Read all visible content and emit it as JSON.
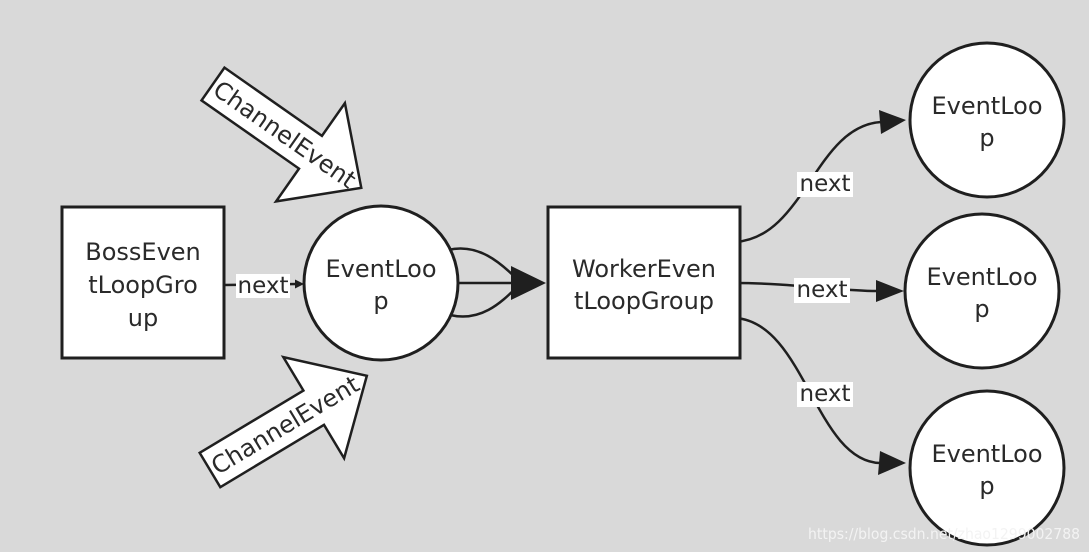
{
  "diagram": {
    "nodes": {
      "boss_group": {
        "lines": [
          "BossEven",
          "tLoopGro",
          "up"
        ]
      },
      "boss_event_loop": {
        "lines": [
          "EventLoo",
          "p"
        ]
      },
      "worker_group": {
        "lines": [
          "WorkerEven",
          "tLoopGroup"
        ]
      },
      "worker_loop_top": {
        "lines": [
          "EventLoo",
          "p"
        ]
      },
      "worker_loop_middle": {
        "lines": [
          "EventLoo",
          "p"
        ]
      },
      "worker_loop_bottom": {
        "lines": [
          "EventLoo",
          "p"
        ]
      }
    },
    "channel_events": [
      {
        "label": "ChannelEvent"
      },
      {
        "label": "ChannelEvent"
      }
    ],
    "edges": [
      {
        "from": "boss_group",
        "to": "boss_event_loop",
        "label": "next"
      },
      {
        "from": "worker_group",
        "to": "worker_loop_top",
        "label": "next"
      },
      {
        "from": "worker_group",
        "to": "worker_loop_middle",
        "label": "next"
      },
      {
        "from": "worker_group",
        "to": "worker_loop_bottom",
        "label": "next"
      }
    ]
  },
  "watermark": {
    "text": "https://blog.csdn.net/zhao1299002788"
  },
  "colors": {
    "background": "#d9d9d9",
    "stroke": "#1f1f1f",
    "node_fill": "#ffffff",
    "text": "#2a2a2a",
    "label_background": "#ffffff",
    "watermark": "#f3f3f3"
  }
}
